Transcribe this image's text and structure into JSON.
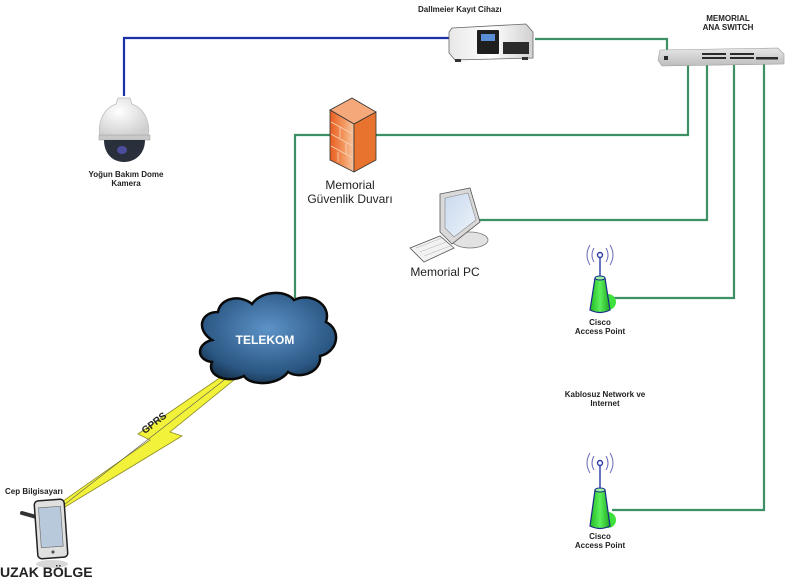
{
  "diagram": {
    "nodes": {
      "recorder": {
        "label": "Dallmeier Kayıt Cihazı",
        "icon": "recorder-icon"
      },
      "switch": {
        "label_line1": "MEMORIAL",
        "label_line2": "ANA SWITCH",
        "icon": "switch-icon"
      },
      "camera": {
        "label_line1": "Yoğun Bakım Dome",
        "label_line2": "Kamera",
        "icon": "dome-camera-icon"
      },
      "firewall": {
        "label_line1": "Memorial",
        "label_line2": "Güvenlik Duvarı",
        "icon": "firewall-icon"
      },
      "pc": {
        "label": "Memorial PC",
        "icon": "desktop-pc-icon"
      },
      "ap1": {
        "label_line1": "Cisco",
        "label_line2": "Access Point",
        "icon": "access-point-icon"
      },
      "ap2": {
        "label_line1": "Cisco",
        "label_line2": "Access Point",
        "icon": "access-point-icon"
      },
      "cloud": {
        "label": "TELEKOM",
        "icon": "cloud-icon"
      },
      "pda": {
        "label": "Cep Bilgisayarı",
        "icon": "pda-icon"
      }
    },
    "annotations": {
      "wireless": {
        "line1": "Kablosuz Network ve",
        "line2": "Internet"
      },
      "gprs": "GPRS",
      "remote": "UZAK BÖLGE"
    },
    "colors": {
      "link_green": "#3d8f64",
      "link_blue": "#1a2fa8",
      "gprs_yellow": "#f2f23a",
      "ap_green": "#3de03d",
      "firewall_orange": "#f07a3a",
      "cloud_blue": "#2c5a86"
    },
    "connections": [
      {
        "from": "camera",
        "to": "recorder",
        "type": "blue"
      },
      {
        "from": "recorder",
        "to": "switch",
        "type": "green"
      },
      {
        "from": "switch",
        "to": "firewall",
        "type": "green"
      },
      {
        "from": "switch",
        "to": "pc",
        "type": "green"
      },
      {
        "from": "switch",
        "to": "ap1",
        "type": "green"
      },
      {
        "from": "switch",
        "to": "ap2",
        "type": "green"
      },
      {
        "from": "firewall",
        "to": "cloud",
        "type": "green"
      },
      {
        "from": "cloud",
        "to": "pda",
        "type": "gprs"
      }
    ]
  }
}
